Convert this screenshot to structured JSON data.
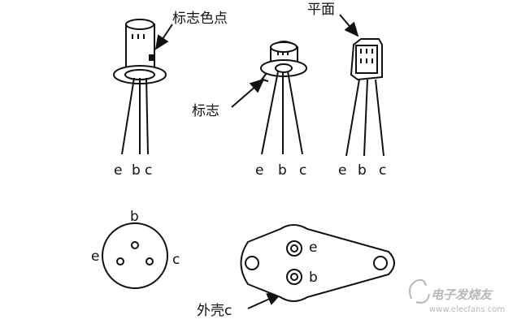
{
  "labels": {
    "color_dot": "标志色点",
    "flat_face": "平面",
    "marker": "标志",
    "case": "外壳c"
  },
  "pins": {
    "t1": [
      "e",
      "b",
      "c"
    ],
    "t2": [
      "e",
      "b",
      "c"
    ],
    "t3": [
      "e",
      "b",
      "c"
    ],
    "bottom_view": {
      "top": "b",
      "left": "e",
      "right": "c"
    },
    "power_case": {
      "upper": "e",
      "lower": "b"
    }
  },
  "watermark": {
    "brand": "电子发烧友",
    "url": "www.elecfans.com"
  },
  "colors": {
    "ink": "#111111",
    "watermark": "#b8b8b8"
  }
}
